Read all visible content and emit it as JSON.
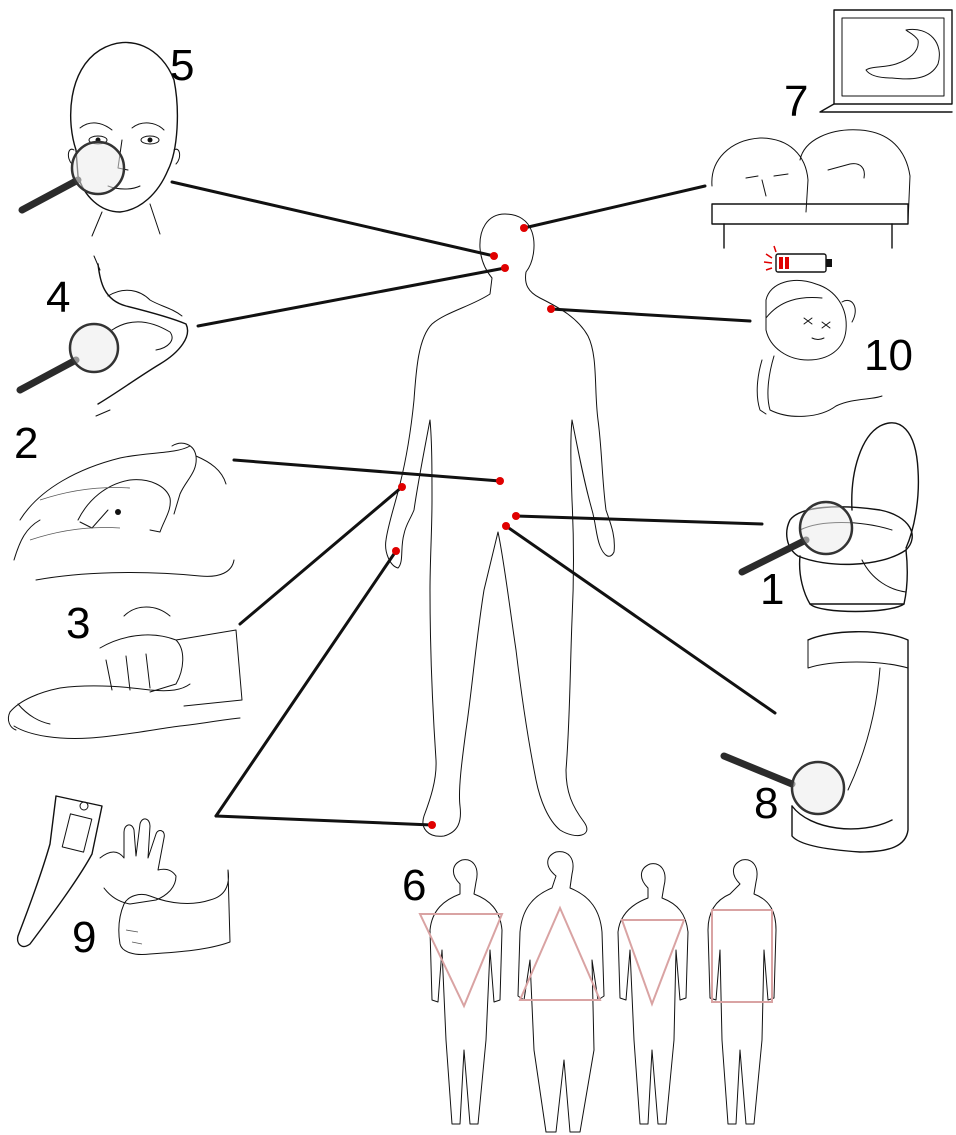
{
  "title": "",
  "labels": {
    "n1": "1",
    "n2": "2",
    "n3": "3",
    "n4": "4",
    "n5": "5",
    "n6": "6",
    "n7": "7",
    "n8": "8",
    "n9": "9",
    "n10": "10"
  },
  "colors": {
    "marker": "#e00000",
    "lines": "#111111",
    "body_shape_overlay": "#d9a3a3",
    "battery_low": "#e00000"
  },
  "icons": [
    "magnifier-icon",
    "battery-low-icon",
    "monitor-icon",
    "toilet-icon",
    "urinal-icon",
    "thermometer-icon"
  ]
}
